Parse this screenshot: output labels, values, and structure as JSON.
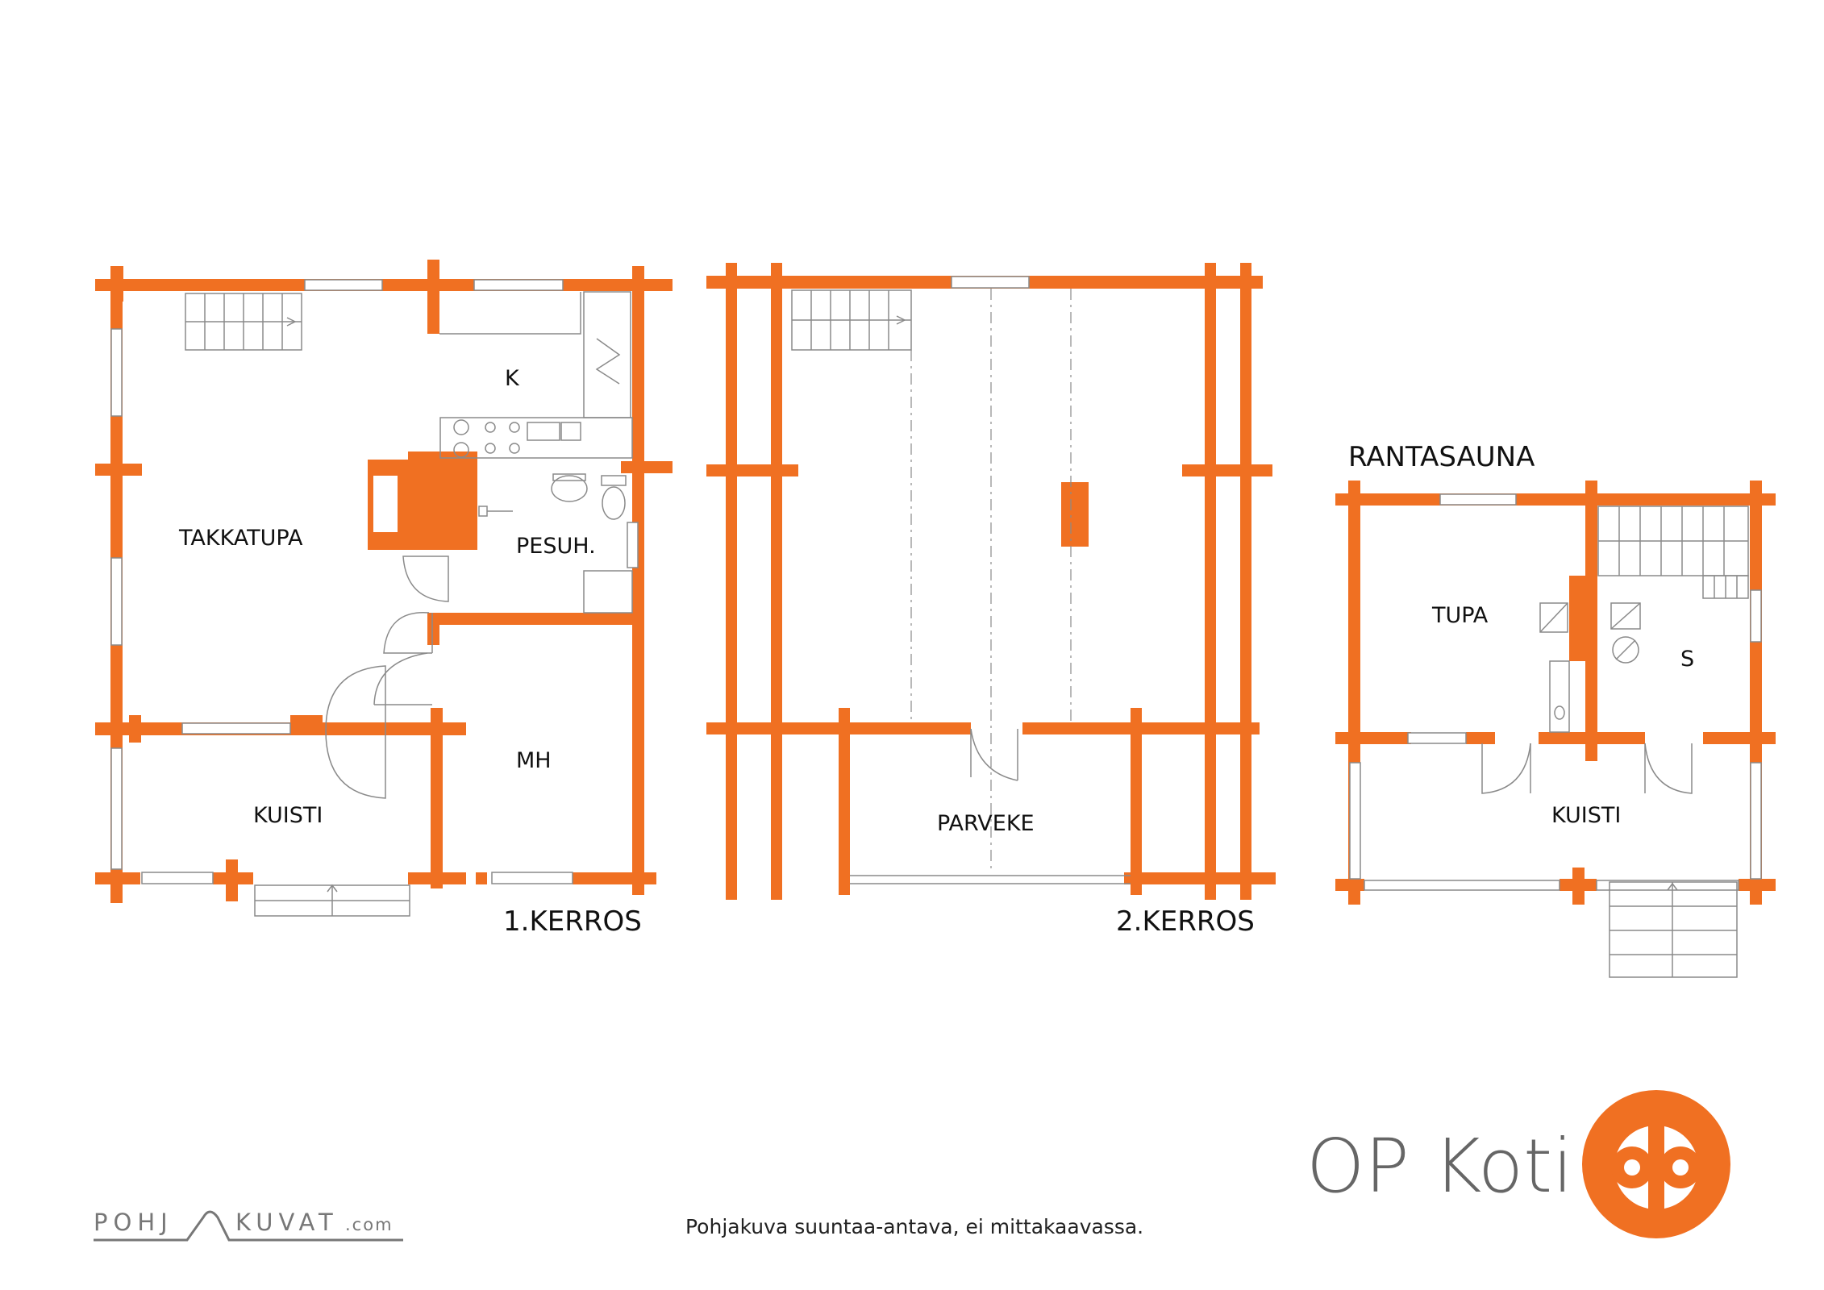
{
  "floors": {
    "first": {
      "label": "1.KERROS",
      "rooms": {
        "takkatupa": "TAKKATUPA",
        "k": "K",
        "pesuh": "PESUH.",
        "mh": "MH",
        "kuisti": "KUISTI"
      }
    },
    "second": {
      "label": "2.KERROS",
      "rooms": {
        "parveke": "PARVEKE"
      }
    },
    "sauna": {
      "label": "RANTASAUNA",
      "rooms": {
        "tupa": "TUPA",
        "s": "S",
        "kuisti": "KUISTI"
      }
    }
  },
  "caption": "Pohjakuva suuntaa-antava, ei mittakaavassa.",
  "brand": {
    "name": "OP Koti",
    "logo": "op-logo",
    "color": "#F07022"
  },
  "watermark": {
    "left": "POHJ",
    "right": "KUVAT",
    "suffix": ".com"
  },
  "colors": {
    "wall": "#F07022",
    "line": "#8a8a8a"
  }
}
